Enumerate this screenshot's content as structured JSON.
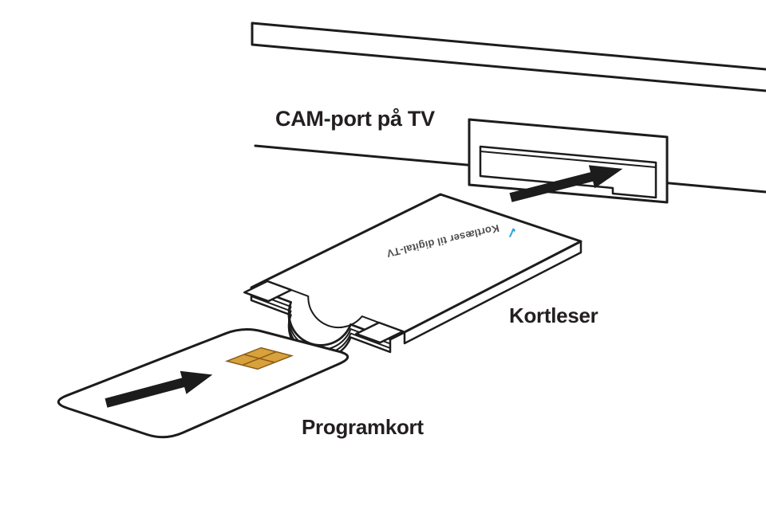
{
  "diagram": {
    "type": "instructional-illustration",
    "subject": "Inserting a program card into a CAM card reader and into the CAM port of a TV",
    "labels": {
      "cam_port": "CAM-port på TV",
      "card_reader": "Kortleser",
      "program_card": "Programkort"
    },
    "module": {
      "imprint": "Kortlæser til digital-TV",
      "logo_icon": "brand-swoosh-icon",
      "logo_glyph": "✓"
    },
    "icons": {
      "port_arrow": "insert-direction-arrow",
      "card_arrow": "insert-direction-arrow",
      "chip": "smartcard-chip"
    },
    "colors": {
      "outline": "#1c1c1c",
      "label_text": "#231f20",
      "chip_gold": "#d9a13b",
      "chip_gold_dark": "#8a5d1a",
      "brand_blue": "#2aa9e0",
      "background": "#ffffff"
    }
  }
}
